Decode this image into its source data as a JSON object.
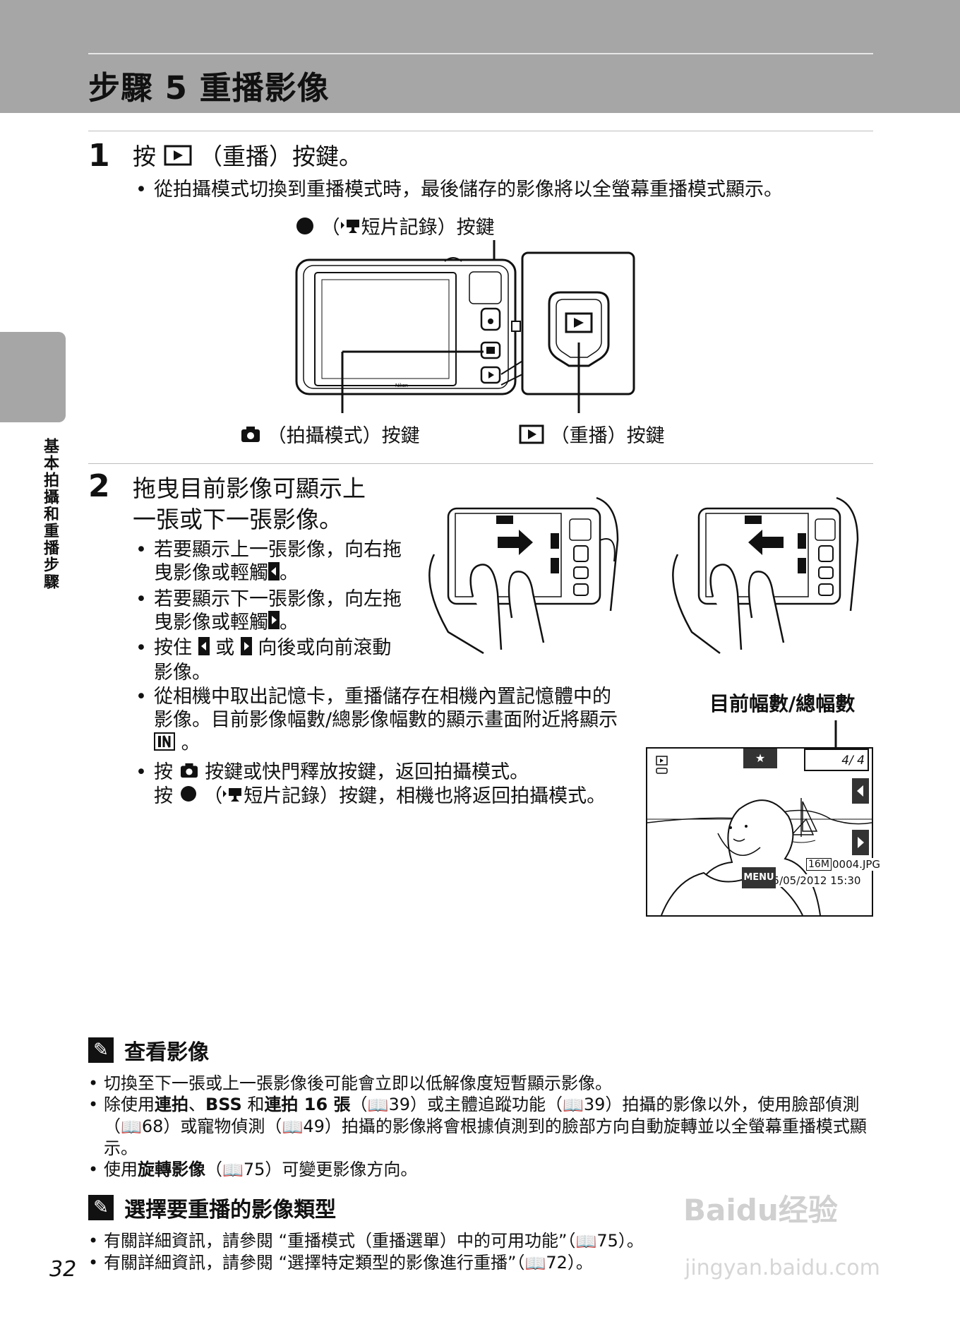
{
  "header": {
    "title": "步驟 5 重播影像"
  },
  "side_tab": {
    "label": "基本拍攝和重播步驟"
  },
  "step1": {
    "number": "1",
    "title_pre": "按",
    "title_post": "（重播）按鍵。",
    "bullet": "從拍攝模式切換到重播模式時，最後儲存的影像將以全螢幕重播模式顯示。",
    "callout_movie": "（",
    "callout_movie_post": "短片記錄）按鍵",
    "callout_shoot": "（拍攝模式）按鍵",
    "callout_play": "（重播）按鍵",
    "camera_brand": "Nikon"
  },
  "step2": {
    "number": "2",
    "title_line1": "拖曳目前影像可顯示上",
    "title_line2": "一張或下一張影像。",
    "bullets": {
      "b1_pre": "若要顯示上一張影像，向右拖曳影像或輕觸",
      "b1_post": "。",
      "b2_pre": "若要顯示下一張影像，向左拖曳影像或輕觸",
      "b2_post": "。",
      "b3_pre": "按住",
      "b3_mid": "或",
      "b3_post": "向後或向前滾動影像。",
      "b4_pre": "從相機中取出記憶卡，重播儲存在相機內置記憶體中的影像。目前影像幅數/總影像幅數的顯示畫面附近將顯示",
      "b4_post": "。",
      "b5_a": "按",
      "b5_b": "按鍵或快門釋放按鍵，返回拍攝模式。",
      "b5_c": "按",
      "b5_d": "（",
      "b5_e": "短片記錄）按鍵，相機也將返回拍攝模式。"
    },
    "counter_label": "目前幅數/總幅數",
    "screen": {
      "counter": "4/   4",
      "filename": "0004.JPG",
      "datetime": "15/05/2012 15:30",
      "menu": "MENU",
      "size_icon": "16M"
    }
  },
  "notes": [
    {
      "title": "查看影像",
      "items": [
        {
          "segments": [
            {
              "t": "切換至下一張或上一張影像後可能會立即以低解像度短暫顯示影像。",
              "b": false
            }
          ]
        },
        {
          "segments": [
            {
              "t": "除使用",
              "b": false
            },
            {
              "t": "連拍",
              "b": true
            },
            {
              "t": "、",
              "b": false
            },
            {
              "t": "BSS",
              "b": true
            },
            {
              "t": " 和",
              "b": false
            },
            {
              "t": "連拍 16 張",
              "b": true
            },
            {
              "t": "（",
              "b": false
            },
            {
              "t": "39）或主體追蹤功能（",
              "b": false
            },
            {
              "t": "39）拍攝的影像以外，使用臉部偵測（",
              "b": false
            },
            {
              "t": "68）或寵物偵測（",
              "b": false
            },
            {
              "t": "49）拍攝的影像將會根據偵測到的臉部方向自動旋轉並以全螢幕重播模式顯示。",
              "b": false
            }
          ]
        },
        {
          "segments": [
            {
              "t": "使用",
              "b": false
            },
            {
              "t": "旋轉影像",
              "b": true
            },
            {
              "t": "（",
              "b": false
            },
            {
              "t": "75）可變更影像方向。",
              "b": false
            }
          ]
        }
      ]
    },
    {
      "title": "選擇要重播的影像類型",
      "items": [
        {
          "segments": [
            {
              "t": "有關詳細資訊，請參閱 “重播模式（重播選單）中的可用功能”（",
              "b": false
            },
            {
              "t": "75）。",
              "b": false
            }
          ]
        },
        {
          "segments": [
            {
              "t": "有關詳細資訊，請參閱 “選擇特定類型的影像進行重播”（",
              "b": false
            },
            {
              "t": "72）。",
              "b": false
            }
          ]
        }
      ]
    }
  ],
  "page_number": "32",
  "watermark": {
    "line1": "Baidu经验",
    "line2": "jingyan.baidu.com"
  }
}
